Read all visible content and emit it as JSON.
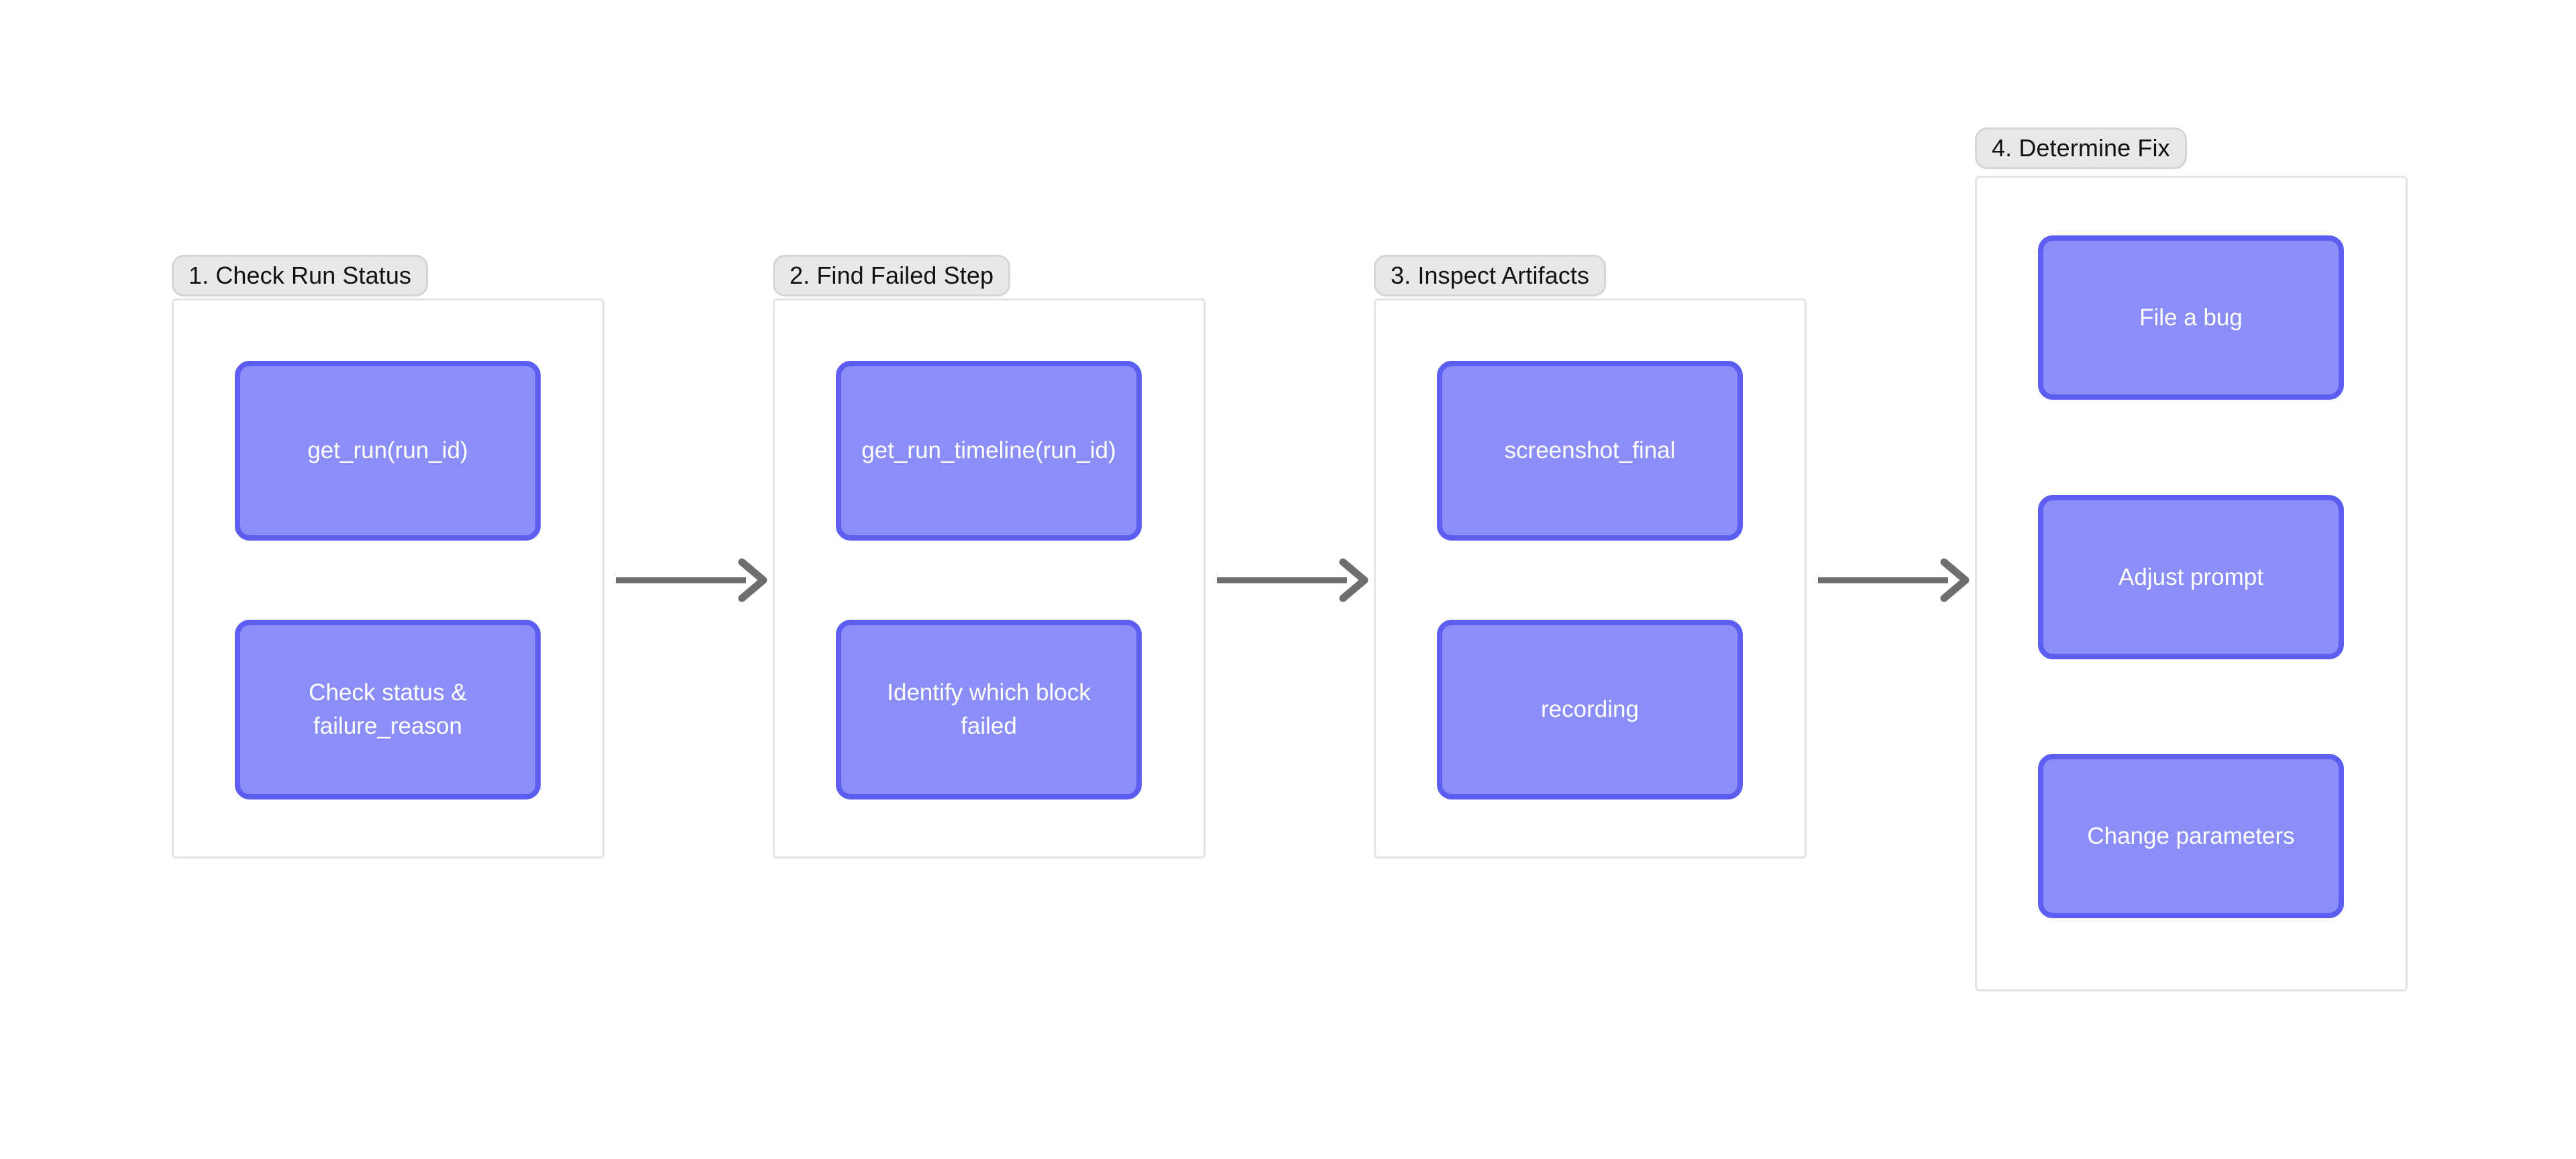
{
  "diagram": {
    "title_visible": false,
    "background_color": "#ffffff",
    "node_fill": "#8b8ef7",
    "node_border": "#5b5ef0",
    "node_text_color": "#ffffff",
    "group_border": "#e4e4e4",
    "group_label_fill": "#e8e8e8",
    "group_label_border": "#d5d5d5",
    "arrow_color": "#6e6e6e",
    "groups": [
      {
        "label": "1. Check Run Status",
        "nodes": [
          {
            "label": "get_run(run_id)"
          },
          {
            "label": "Check status &\nfailure_reason"
          }
        ]
      },
      {
        "label": "2. Find Failed Step",
        "nodes": [
          {
            "label": "get_run_timeline(run_id)"
          },
          {
            "label": "Identify which block\nfailed"
          }
        ]
      },
      {
        "label": "3. Inspect Artifacts",
        "nodes": [
          {
            "label": "screenshot_final"
          },
          {
            "label": "recording"
          }
        ]
      },
      {
        "label": "4. Determine Fix",
        "nodes": [
          {
            "label": "File a bug"
          },
          {
            "label": "Adjust prompt"
          },
          {
            "label": "Change parameters"
          }
        ]
      }
    ],
    "connectors": [
      {
        "from": "1. Check Run Status",
        "to": "2. Find Failed Step",
        "style": "arrow-right"
      },
      {
        "from": "2. Find Failed Step",
        "to": "3. Inspect Artifacts",
        "style": "arrow-right"
      },
      {
        "from": "3. Inspect Artifacts",
        "to": "4. Determine Fix",
        "style": "arrow-right"
      }
    ]
  }
}
